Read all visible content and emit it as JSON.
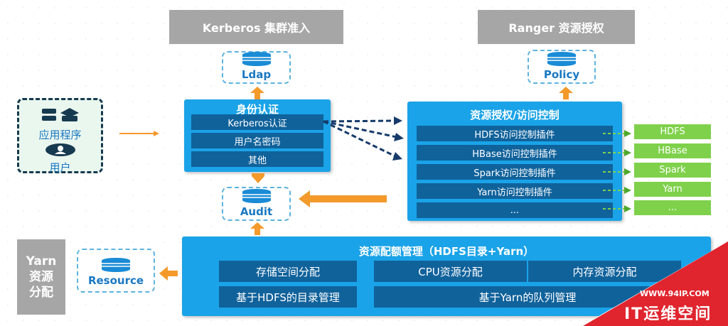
{
  "kerberos": {
    "title": "Kerberos  集群准入",
    "db": "Ldap"
  },
  "ranger": {
    "title": "Ranger 资源授权",
    "db": "Policy"
  },
  "client": {
    "app_label": "应用程序",
    "user_label": "用户"
  },
  "identity": {
    "title": "身份认证",
    "items": [
      "Kerberos认证",
      "用户名密码",
      "其他"
    ]
  },
  "audit": {
    "db": "Audit"
  },
  "authz": {
    "title": "资源授权/访问控制",
    "plugins": [
      "HDFS访问控制插件",
      "HBase访问控制插件",
      "Spark访问控制插件",
      "Yarn访问控制插件",
      "..."
    ],
    "targets": [
      "HDFS",
      "HBase",
      "Spark",
      "Yarn",
      "..."
    ]
  },
  "quota": {
    "title": "资源配额管理（HDFS目录+Yarn）",
    "items": [
      "存储空间分配",
      "CPU资源分配",
      "内存资源分配",
      "基于HDFS的目录管理",
      "基于Yarn的队列管理"
    ],
    "db": "Resource"
  },
  "yarn": {
    "title_lines": [
      "Yarn",
      "资源",
      "分配"
    ]
  },
  "watermark": {
    "url": "WWW.94IP.COM",
    "name": "IT运维空间"
  },
  "colors": {
    "panel_blue": "#1aa3e8",
    "row_dark": "#10629b",
    "green": "#7fd14b",
    "orange": "#f39a2b",
    "gray": "#a6a6a6",
    "watermark_red": "#e0252e"
  }
}
